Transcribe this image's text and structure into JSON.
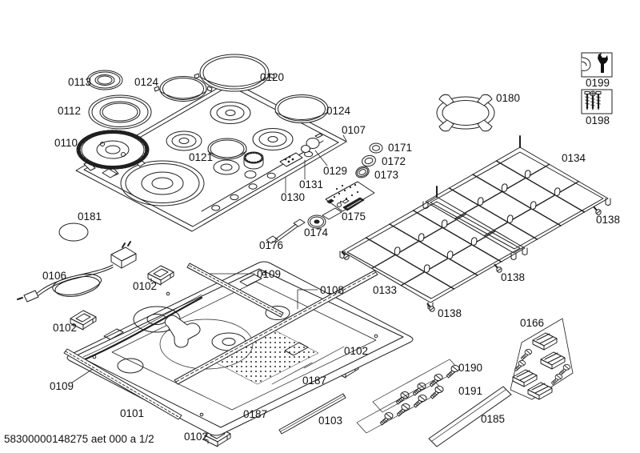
{
  "footer": {
    "code": "58300000148275 aet 000 a 1/2"
  },
  "colors": {
    "line": "#1f1f1f",
    "background": "#ffffff"
  },
  "parts": {
    "p0101": "0101",
    "p0102": "0102",
    "p0103": "0103",
    "p0106": "0106",
    "p0107": "0107",
    "p0108": "0108",
    "p0109": "0109",
    "p0110": "0110",
    "p0112": "0112",
    "p0113": "0113",
    "p0120": "0120",
    "p0121": "0121",
    "p0124": "0124",
    "p0129": "0129",
    "p0130": "0130",
    "p0131": "0131",
    "p0133": "0133",
    "p0134": "0134",
    "p0138": "0138",
    "p0166": "0166",
    "p0171": "0171",
    "p0172": "0172",
    "p0173": "0173",
    "p0174": "0174",
    "p0175": "0175",
    "p0176": "0176",
    "p0180": "0180",
    "p0181": "0181",
    "p0185": "0185",
    "p0187": "0187",
    "p0190": "0190",
    "p0191": "0191",
    "p0198": "0198",
    "p0199": "0199"
  }
}
